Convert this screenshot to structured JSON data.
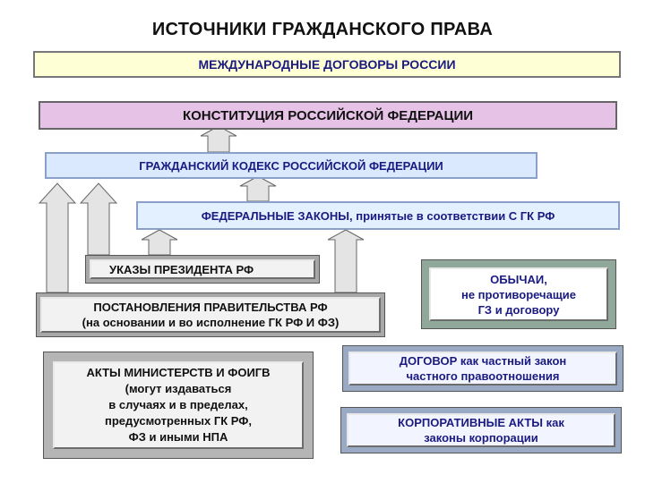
{
  "title": "ИСТОЧНИКИ ГРАЖДАНСКОГО ПРАВА",
  "boxes": {
    "international": "МЕЖДУНАРОДНЫЕ ДОГОВОРЫ РОССИИ",
    "constitution": "КОНСТИТУЦИЯ РОССИЙСКОЙ ФЕДЕРАЦИИ",
    "civil_code": "ГРАЖДАНСКИЙ КОДЕКС РОССИЙСКОЙ ФЕДЕРАЦИИ",
    "federal_laws": "ФЕДЕРАЛЬНЫЕ ЗАКОНЫ, принятые в соответствии С ГК РФ",
    "decrees": "УКАЗЫ ПРЕЗИДЕНТА РФ",
    "government": {
      "line1": "ПОСТАНОВЛЕНИЯ ПРАВИТЕЛЬСТВА РФ",
      "line2": "(на основании и во исполнение ГК РФ И ФЗ)"
    },
    "ministries": {
      "line1": "АКТЫ МИНИСТЕРСТВ И ФОИГВ",
      "line2": "(могут издаваться",
      "line3": "в случаях и в пределах,",
      "line4": "предусмотренных ГК РФ,",
      "line5": "ФЗ и иными НПА"
    },
    "customs": {
      "line1": "ОБЫЧАИ,",
      "line2": "не противоречащие",
      "line3": "ГЗ и договору"
    },
    "contract": {
      "line1": "ДОГОВОР как частный закон",
      "line2": "частного правоотношения"
    },
    "corporate": {
      "line1": "КОРПОРАТИВНЫЕ АКТЫ как",
      "line2": "законы корпорации"
    }
  },
  "colors": {
    "international_bg": "#ffffd6",
    "constitution_bg": "#e6c3e6",
    "civil_code_bg": "#dbe9ff",
    "federal_laws_bg": "#e3f0ff",
    "arrow_fill": "#e4e4e4",
    "arrow_stroke": "#666666"
  }
}
